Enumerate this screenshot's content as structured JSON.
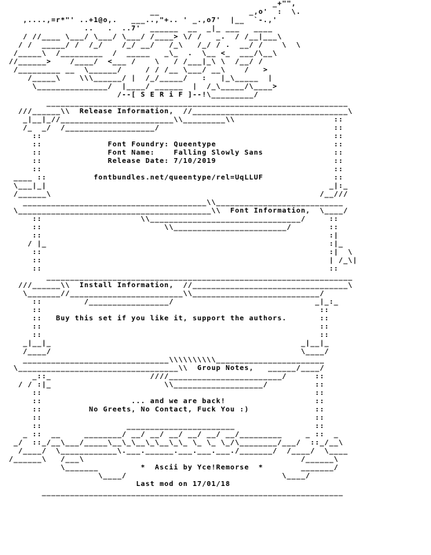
{
  "nfo_lines": [
    "                                                         _+\"\",",
    "                               __                   _,o'  :  \\.",
    "    ,....,=r*\"' ..+1@o,.   ___..,\"+.. ' _.,o7'  |__  `-.,'",
    "                 ..   .  ..7'  ______  __  _|_ ___   ____",
    "    / //____ \\___/ \\___/ \\___/ /____> \\/ /   _.  / /__|___\\",
    "   / /  _____/ /  /_/    /_/ __/   /_\\   /_/ / .  __/ /    \\  \\",
    "  /_____\\  /_________  /  _____   _\\_  .  \\__ <_  ___/\\__\\",
    " //______>    /____/  <___ /    \\   / /___|_\\ \\  /__/ /",
    "  /_________ __  \\______/     / / /__ \\___/ __\\    /   >",
    "     /_____\\    \\\\\\______/ |  /_/_____/   :   |_\\_____  |",
    "      \\_______________/  |____/ ______  |  /_\\_____/\\____>",
    "                        /--[ S E R i F ]--!\\_________/",
    "         ________________________________________________________________",
    "   ///______\\\\  Release Information,  //_________________________________\\",
    "    _|__|_//________________________\\\\_________\\\\                     ::",
    "    /_  _/  /___________________/                                     ::",
    "      ::                                                              ::",
    "      ::              Font Foundry: Queentype                         ::",
    "      ::              Font Name:    Falling Slowly Sans               ::",
    "      ::              Release Date: 7/10/2019                         ::",
    "      ::                                                              ::",
    "  ____ ::          fontbundles.net/queentype/rel=UqLLUF               ::",
    "  \\___|_|                                                            _|:_",
    "  /______\\                                                         /__///",
    "    _______________________________________\\\\___________________________",
    "  \\_________________________________________\\\\  Font Information,  \\____/",
    "      ::                     \\\\________________________________/     ::",
    "      ::                          \\\\________________________/        ::",
    "      ::                                                             :|",
    "     / |_                                                            :|_",
    "      ::                                                             :|  \\",
    "      ::                                                             | /_\\|",
    "      ::                                                             ::",
    "         _________________________________________________________________",
    "   ///______\\\\  Install Information,  //_________________________________\\",
    "    \\_______//________________________\\\\___________________________/",
    "      ::         /_________________/                              _|_:_",
    "      ::                                                           ::",
    "      ::   Buy this set if you like it, support the authors.       ::",
    "      ::                                                           ::",
    "      ::                                                           ::",
    "    _|__|_                                                     _|__|_",
    "    /____/                                                     \\____/",
    "    _______________________________\\\\\\\\\\\\\\\\\\\\_______________________",
    "  \\__________________________________\\\\  Group Notes,   ______/____/",
    "      _::_                     ////________________________/      ::",
    "   / / :|_                        \\\\___________________/          ::",
    "      ::                                                          ::",
    "      ::                   ... and we are back!                   ::",
    "      ::          No Greets, No Contact, Fuck You :)              ::",
    "      ::                                                          ::",
    "      ::                  _______________________                 ::",
    "    _ ::  __     ________/ __/ __/ __/ __/ __/ __/_________     _ ::  _",
    "  _/  ::_/__\\___/_____\\__\\_\\__\\_\\__\\_\\_ \\_ \\_ \\_/\\________/___/  ::_/__\\",
    "   /____/  \\____________\\.___.______.___.___.___./_______/  /____/  \\____",
    " /______\\   /___\\                                              /______\\",
    "            \\_______         *  Ascii by Yce!Remorse  *        _______/",
    "                    \\____/                                 \\____/",
    "                            Last mod on 17/01/18",
    "        ________________________________________________________________"
  ]
}
